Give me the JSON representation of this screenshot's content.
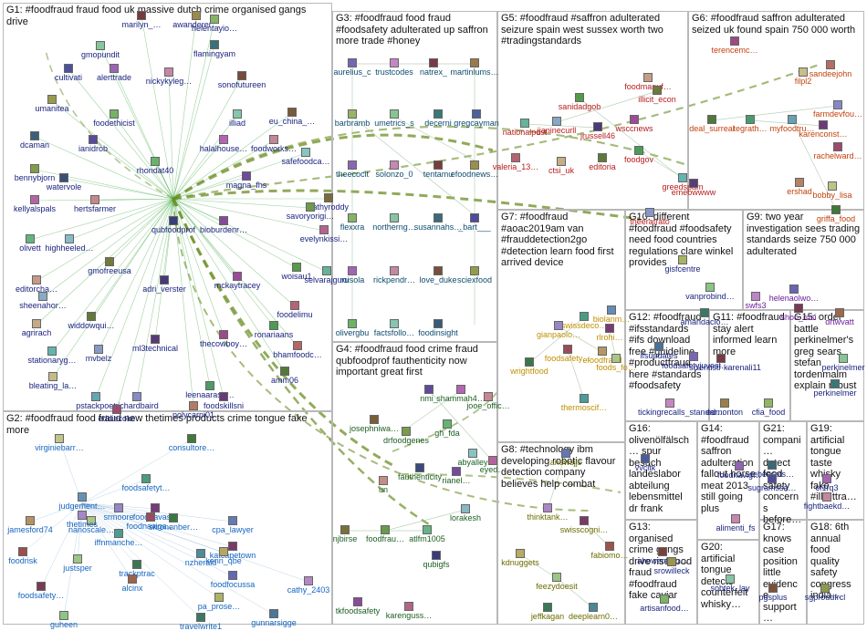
{
  "groups": [
    {
      "id": "G1",
      "title": "G1: #foodfraud fraud food uk massive dutch crime organised gangs drive",
      "color": "#1a237e"
    },
    {
      "id": "G2",
      "title": "G2: #foodfraud food fraud new thetimes products crime tongue fake more",
      "color": "#1565c0"
    },
    {
      "id": "G3",
      "title": "G3: #foodfraud food fraud #foodsafety adulterated up saffron more trade #honey",
      "color": "#0d4c6e"
    },
    {
      "id": "G4",
      "title": "G4: #foodfraud food crime fraud qubfoodprof fauthenticity now important great first",
      "color": "#1b5e20"
    },
    {
      "id": "G5",
      "title": "G5: #foodfraud #saffron adulterated seizure spain west sussex worth two #tradingstandards",
      "color": "#b71c1c"
    },
    {
      "id": "G6",
      "title": "G6: #foodfraud saffron adulterated seized uk found spain 750 000 worth",
      "color": "#c2410c"
    },
    {
      "id": "G7",
      "title": "G7: #foodfraud #aoac2019am van #frauddetection2go #detection learn food first arrived device",
      "color": "#bf8f00"
    },
    {
      "id": "G8",
      "title": "G8: #technology ibm developing robotic flavour detection company believes help combat",
      "color": "#6b6b00"
    },
    {
      "id": "G9",
      "title": "G9: two year investigation sees trading standards seize 750 000 adulterated",
      "color": "#6a1b9a"
    },
    {
      "id": "G10",
      "title": "G10: different #foodfraud #foodsafety need food countries regulations clare winkel provides",
      "color": "#1a237e"
    },
    {
      "id": "G11",
      "title": "G11: #foodfraud stay alert informed learn more",
      "color": "#1a237e"
    },
    {
      "id": "G12",
      "title": "G12: #foodfraud #ifsstandards #ifs download free #guideline #productfraud here #standards #foodsafety",
      "color": "#1a237e"
    },
    {
      "id": "G13",
      "title": "G13: organised crime gangs drive rise food fraud #foodfraud fake caviar",
      "color": "#1a237e"
    },
    {
      "id": "G14",
      "title": "G14: #foodfraud saffron adulteration fallout horse meat 2013 still going plus",
      "color": "#1a237e"
    },
    {
      "id": "G15",
      "title": "G15: order battle perkinelmer's greg sears stefan tordenmalm explain robust",
      "color": "#1a237e"
    },
    {
      "id": "G16",
      "title": "G16: olivenölfälsch… spur besuch landeslabor abteilung lebensmittel dr frank",
      "color": "#1a237e"
    },
    {
      "id": "G17",
      "title": "G17: knows case position little evidence support…",
      "color": "#1a237e"
    },
    {
      "id": "G18",
      "title": "G18: 6th annual food quality safety congress india…",
      "color": "#1a237e"
    },
    {
      "id": "G19",
      "title": "G19: artificial tongue taste whisky fake #illicittra…",
      "color": "#1a237e"
    },
    {
      "id": "G20",
      "title": "G20: artificial tongue detects counterfeit whisky…",
      "color": "#1a237e"
    },
    {
      "id": "G21",
      "title": "G21: compani… detect food safety concerns before…",
      "color": "#1a237e"
    }
  ],
  "nodes": [
    {
      "label": "marilyn_…",
      "group": "G1"
    },
    {
      "label": "awanderer…",
      "group": "G1"
    },
    {
      "label": "helentayio…",
      "group": "G1"
    },
    {
      "label": "gmopundit",
      "group": "G1"
    },
    {
      "label": "flamingyam",
      "group": "G1"
    },
    {
      "label": "cultivati",
      "group": "G1"
    },
    {
      "label": "alerttrade",
      "group": "G1"
    },
    {
      "label": "nickykyleg…",
      "group": "G1"
    },
    {
      "label": "sonofutureen",
      "group": "G1"
    },
    {
      "label": "umanitea",
      "group": "G1"
    },
    {
      "label": "foodethicist",
      "group": "G1"
    },
    {
      "label": "illiad",
      "group": "G1"
    },
    {
      "label": "dcaman",
      "group": "G1"
    },
    {
      "label": "ianidrob",
      "group": "G1"
    },
    {
      "label": "halalhouse…",
      "group": "G1"
    },
    {
      "label": "foodworks…",
      "group": "G1"
    },
    {
      "label": "eu_china_…",
      "group": "G1"
    },
    {
      "label": "bennybjorn",
      "group": "G1"
    },
    {
      "label": "rhondat40",
      "group": "G1"
    },
    {
      "label": "safefoodca…",
      "group": "G1"
    },
    {
      "label": "watervole",
      "group": "G1"
    },
    {
      "label": "magna_fhs",
      "group": "G1"
    },
    {
      "label": "kellyalspals",
      "group": "G1"
    },
    {
      "label": "hertsfarmer",
      "group": "G1"
    },
    {
      "label": "kathyroddy",
      "group": "G1"
    },
    {
      "label": "savoryorigi…",
      "group": "G1"
    },
    {
      "label": "olivett",
      "group": "G1"
    },
    {
      "label": "highheeled…",
      "group": "G1"
    },
    {
      "label": "qubfoodprof",
      "group": "G1"
    },
    {
      "label": "bioburdenr…",
      "group": "G1"
    },
    {
      "label": "evelynkissi…",
      "group": "G1"
    },
    {
      "label": "editorcha…",
      "group": "G1"
    },
    {
      "label": "gmofreeusa",
      "group": "G1"
    },
    {
      "label": "woisau1",
      "group": "G1"
    },
    {
      "label": "selvarajguru",
      "group": "G1"
    },
    {
      "label": "sheenahor…",
      "group": "G1"
    },
    {
      "label": "adri_verster",
      "group": "G1"
    },
    {
      "label": "mckaytracey",
      "group": "G1"
    },
    {
      "label": "foodelimu",
      "group": "G1"
    },
    {
      "label": "agrirach",
      "group": "G1"
    },
    {
      "label": "widdowqui…",
      "group": "G1"
    },
    {
      "label": "ronariaans",
      "group": "G1"
    },
    {
      "label": "stationaryg…",
      "group": "G1"
    },
    {
      "label": "mvbelz",
      "group": "G1"
    },
    {
      "label": "ml3technical",
      "group": "G1"
    },
    {
      "label": "thecowboy…",
      "group": "G1"
    },
    {
      "label": "bhamfoodc…",
      "group": "G1"
    },
    {
      "label": "bleating_la…",
      "group": "G1"
    },
    {
      "label": "amm06",
      "group": "G1"
    },
    {
      "label": "leenaarasa…",
      "group": "G1"
    },
    {
      "label": "pstackpoet",
      "group": "G1"
    },
    {
      "label": "richardbaird",
      "group": "G1"
    },
    {
      "label": "foodskillsni",
      "group": "G1"
    },
    {
      "label": "eddiecoke",
      "group": "G1"
    },
    {
      "label": "polycarpi01",
      "group": "G1"
    },
    {
      "label": "virginiebarr…",
      "group": "G2"
    },
    {
      "label": "consultore…",
      "group": "G2"
    },
    {
      "label": "foodsafetyt…",
      "group": "G2"
    },
    {
      "label": "judgement…",
      "group": "G2"
    },
    {
      "label": "srmoore",
      "group": "G2"
    },
    {
      "label": "foodnavasia",
      "group": "G2"
    },
    {
      "label": "foodnaviga…",
      "group": "G2"
    },
    {
      "label": "jamesford74",
      "group": "G2"
    },
    {
      "label": "nanoscale…",
      "group": "G2"
    },
    {
      "label": "skronenber…",
      "group": "G2"
    },
    {
      "label": "iffnmanche…",
      "group": "G2"
    },
    {
      "label": "cpa_lawyer",
      "group": "G2"
    },
    {
      "label": "thetimes",
      "group": "G2"
    },
    {
      "label": "katcapetown",
      "group": "G2"
    },
    {
      "label": "foodrisk",
      "group": "G2"
    },
    {
      "label": "kenn_qbe",
      "group": "G2"
    },
    {
      "label": "justsper",
      "group": "G2"
    },
    {
      "label": "trackptrac",
      "group": "G2"
    },
    {
      "label": "nzherald",
      "group": "G2"
    },
    {
      "label": "foodfocussa",
      "group": "G2"
    },
    {
      "label": "cathy_2403",
      "group": "G2"
    },
    {
      "label": "foodsafety…",
      "group": "G2"
    },
    {
      "label": "alcinx",
      "group": "G2"
    },
    {
      "label": "pa_prose…",
      "group": "G2"
    },
    {
      "label": "guheen",
      "group": "G2"
    },
    {
      "label": "travelwrite1",
      "group": "G2"
    },
    {
      "label": "gunnarsigge",
      "group": "G2"
    },
    {
      "label": "aurelius_c",
      "group": "G3"
    },
    {
      "label": "trustcodes",
      "group": "G3"
    },
    {
      "label": "natrex_",
      "group": "G3"
    },
    {
      "label": "martinlums…",
      "group": "G3"
    },
    {
      "label": "barbramb",
      "group": "G3"
    },
    {
      "label": "umetrics_s",
      "group": "G3"
    },
    {
      "label": "decerni",
      "group": "G3"
    },
    {
      "label": "gregcayman",
      "group": "G3"
    },
    {
      "label": "theecocit",
      "group": "G3"
    },
    {
      "label": "solonzo_0",
      "group": "G3"
    },
    {
      "label": "tentamu",
      "group": "G3"
    },
    {
      "label": "efoodnews…",
      "group": "G3"
    },
    {
      "label": "flexxra",
      "group": "G3"
    },
    {
      "label": "northerng…",
      "group": "G3"
    },
    {
      "label": "susannahs…",
      "group": "G3"
    },
    {
      "label": "_bart___",
      "group": "G3"
    },
    {
      "label": "roisola",
      "group": "G3"
    },
    {
      "label": "rickpendr…",
      "group": "G3"
    },
    {
      "label": "love_duke",
      "group": "G3"
    },
    {
      "label": "sciexfood",
      "group": "G3"
    },
    {
      "label": "olivergbu",
      "group": "G3"
    },
    {
      "label": "factsfollo…",
      "group": "G3"
    },
    {
      "label": "foodinsight",
      "group": "G3"
    },
    {
      "label": "nmi_",
      "group": "G4"
    },
    {
      "label": "shammah4…",
      "group": "G4"
    },
    {
      "label": "jooe_offic…",
      "group": "G4"
    },
    {
      "label": "josephniwa…",
      "group": "G4"
    },
    {
      "label": "drfoodgenes",
      "group": "G4"
    },
    {
      "label": "gh_fda",
      "group": "G4"
    },
    {
      "label": "abyalley",
      "group": "G4"
    },
    {
      "label": "fauthenticity",
      "group": "G4"
    },
    {
      "label": "rianel…",
      "group": "G4"
    },
    {
      "label": "eyed…",
      "group": "G4"
    },
    {
      "label": "un",
      "group": "G4"
    },
    {
      "label": "njbirse",
      "group": "G4"
    },
    {
      "label": "foodfrau…",
      "group": "G4"
    },
    {
      "label": "atlfm1005",
      "group": "G4"
    },
    {
      "label": "lorakesh",
      "group": "G4"
    },
    {
      "label": "qubigfs",
      "group": "G4"
    },
    {
      "label": "tkfoodsafety",
      "group": "G4"
    },
    {
      "label": "karenguss…",
      "group": "G4"
    },
    {
      "label": "foodmanuf…",
      "group": "G5"
    },
    {
      "label": "illicit_econ",
      "group": "G5"
    },
    {
      "label": "sanidadgob",
      "group": "G5"
    },
    {
      "label": "nationalpost",
      "group": "G5"
    },
    {
      "label": "jjaninecurll",
      "group": "G5"
    },
    {
      "label": "jrussell46",
      "group": "G5"
    },
    {
      "label": "wsccnews",
      "group": "G5"
    },
    {
      "label": "valeria_13…",
      "group": "G5"
    },
    {
      "label": "ctsi_uk",
      "group": "G5"
    },
    {
      "label": "editoria",
      "group": "G5"
    },
    {
      "label": "foodgov",
      "group": "G5"
    },
    {
      "label": "greedspam",
      "group": "G5"
    },
    {
      "label": "theeratrato",
      "group": "G5"
    },
    {
      "label": "emeowwww",
      "group": "G5"
    },
    {
      "label": "terencemc…",
      "group": "G6"
    },
    {
      "label": "sandeejohn",
      "group": "G6"
    },
    {
      "label": "filpl2",
      "group": "G6"
    },
    {
      "label": "deal_surreal",
      "group": "G6"
    },
    {
      "label": "tegrath…",
      "group": "G6"
    },
    {
      "label": "myfoodtru…",
      "group": "G6"
    },
    {
      "label": "farmdevfou…",
      "group": "G6"
    },
    {
      "label": "karenconst…",
      "group": "G6"
    },
    {
      "label": "rachelward…",
      "group": "G6"
    },
    {
      "label": "ershad",
      "group": "G6"
    },
    {
      "label": "bobby_lisa",
      "group": "G6"
    },
    {
      "label": "griffa_food",
      "group": "G6"
    },
    {
      "label": "swissdeco…",
      "group": "G7"
    },
    {
      "label": "biolanm…",
      "group": "G7"
    },
    {
      "label": "gianpaolo…",
      "group": "G7"
    },
    {
      "label": "rlrohi…",
      "group": "G7"
    },
    {
      "label": "foodsafety…",
      "group": "G7"
    },
    {
      "label": "efoodfraud",
      "group": "G7"
    },
    {
      "label": "foods_fo…",
      "group": "G7"
    },
    {
      "label": "wrightfood",
      "group": "G7"
    },
    {
      "label": "thermoscif…",
      "group": "G7"
    },
    {
      "label": "anewsjjs",
      "group": "G8"
    },
    {
      "label": "thinktank…",
      "group": "G8"
    },
    {
      "label": "swisscogni…",
      "group": "G8"
    },
    {
      "label": "fabiomo…",
      "group": "G8"
    },
    {
      "label": "kdnuggets",
      "group": "G8"
    },
    {
      "label": "feezydoesit",
      "group": "G8"
    },
    {
      "label": "jeffkagan",
      "group": "G8"
    },
    {
      "label": "deeplearn0…",
      "group": "G8"
    },
    {
      "label": "helenaolwo…",
      "group": "G9"
    },
    {
      "label": "swfs3",
      "group": "G9"
    },
    {
      "label": "shoo_rusi",
      "group": "G9"
    },
    {
      "label": "drtwvatt",
      "group": "G9"
    },
    {
      "label": "gisfcentre",
      "group": "G10"
    },
    {
      "label": "vanprobind…",
      "group": "G10"
    },
    {
      "label": "amandaclo…",
      "group": "G10"
    },
    {
      "label": "ifsupdates",
      "group": "G12"
    },
    {
      "label": "foodsafetyjuvest…",
      "group": "G12"
    },
    {
      "label": "tickingrecalls_standar…",
      "group": "G12"
    },
    {
      "label": "scientistr karenali11",
      "group": "G11"
    },
    {
      "label": "edmonton",
      "group": "G11"
    },
    {
      "label": "cfia_food",
      "group": "G11"
    },
    {
      "label": "perkinelmer",
      "group": "G15"
    },
    {
      "label": "perkinelmer",
      "group": "G15"
    },
    {
      "label": "vvcitk",
      "group": "G16"
    },
    {
      "label": "foodnavig…",
      "group": "G14"
    },
    {
      "label": "alimenti_fs",
      "group": "G14"
    },
    {
      "label": "ahowenbou…",
      "group": "G13"
    },
    {
      "label": "srowilleck",
      "group": "G13"
    },
    {
      "label": "artisanfood…",
      "group": "G13"
    },
    {
      "label": "sobtek_lay",
      "group": "G20"
    },
    {
      "label": "rebeccats…",
      "group": "G21"
    },
    {
      "label": "sugramssa…",
      "group": "G21"
    },
    {
      "label": "cf1rq3",
      "group": "G19"
    },
    {
      "label": "fightbaekd…",
      "group": "G19"
    },
    {
      "label": "pgsplus",
      "group": "G17"
    },
    {
      "label": "sgproudfrcl",
      "group": "G18"
    }
  ]
}
